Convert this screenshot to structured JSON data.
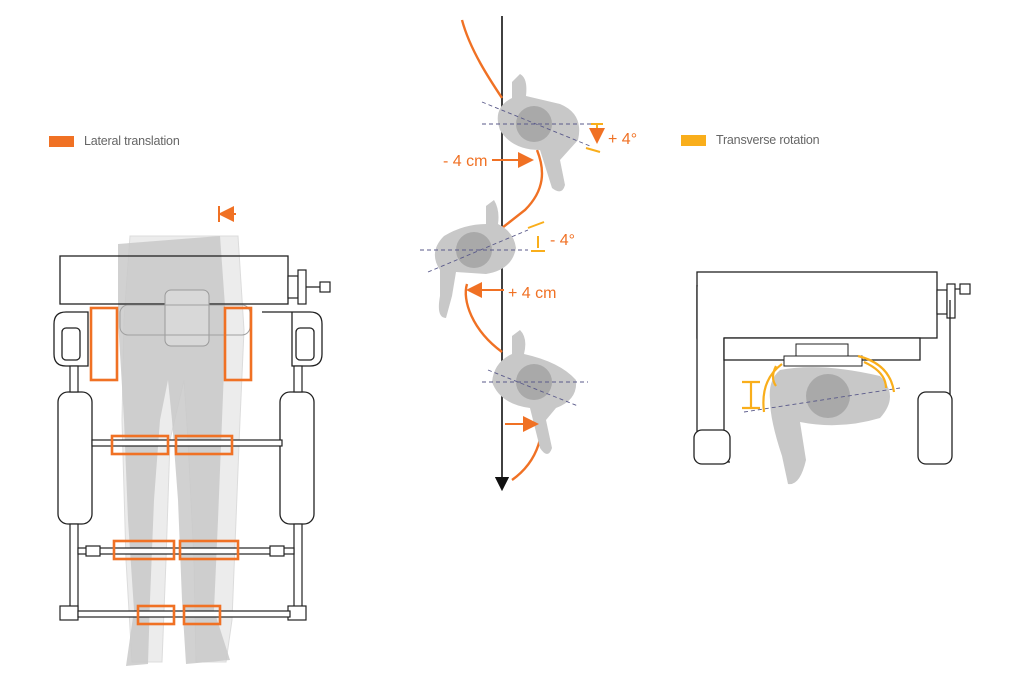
{
  "legend": {
    "lateral": {
      "label": "Lateral translation",
      "color": "#F07124"
    },
    "transverse": {
      "label": "Transverse rotation",
      "color": "#F9AE1B"
    }
  },
  "annotations": {
    "rot_plus": "+ 4°",
    "rot_minus": "- 4°",
    "trans_minus": "- 4 cm",
    "trans_plus": "+ 4 cm"
  },
  "colors": {
    "orange": "#F07124",
    "yellow": "#F9AE1B",
    "body_gray": "#c9c9c9",
    "frame_line": "#222222"
  }
}
